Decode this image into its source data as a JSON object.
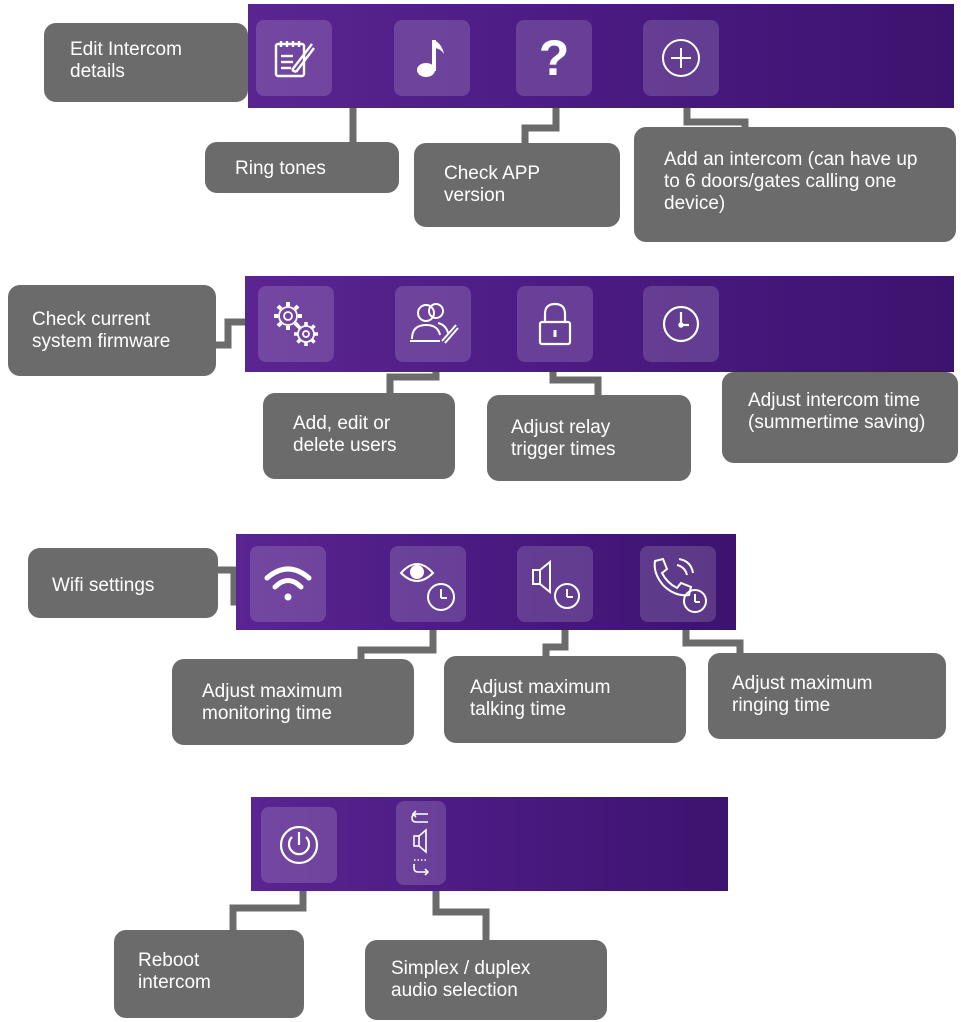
{
  "section1": {
    "callouts": {
      "edit": "Edit Intercom details",
      "ring": "Ring tones",
      "version": "Check APP version",
      "add": "Add an intercom (can have up to 6 doors/gates calling one device)"
    },
    "question_glyph": "?"
  },
  "section2": {
    "callouts": {
      "firmware": "Check current system firmware",
      "users": "Add, edit or delete users",
      "relay": "Adjust relay trigger times",
      "time": "Adjust intercom time (summertime saving)"
    }
  },
  "section3": {
    "callouts": {
      "wifi": "Wifi settings",
      "monitor": "Adjust maximum monitoring time",
      "talk": "Adjust maximum talking time",
      "ringtime": "Adjust maximum ringing time"
    }
  },
  "section4": {
    "callouts": {
      "reboot": "Reboot intercom",
      "audio": "Simplex / duplex audio selection"
    }
  },
  "colors": {
    "bar": "#4d1c85",
    "callout": "#6b6b6b",
    "connector": "#6b6b6b",
    "icon": "#ffffff"
  },
  "icons": [
    "notepad-pen-icon",
    "music-note-icon",
    "question-mark-icon",
    "plus-circle-icon",
    "gears-icon",
    "users-edit-icon",
    "padlock-icon",
    "clock-icon",
    "wifi-icon",
    "eye-clock-icon",
    "speaker-clock-icon",
    "phone-clock-icon",
    "power-icon",
    "speaker-swap-icon"
  ]
}
